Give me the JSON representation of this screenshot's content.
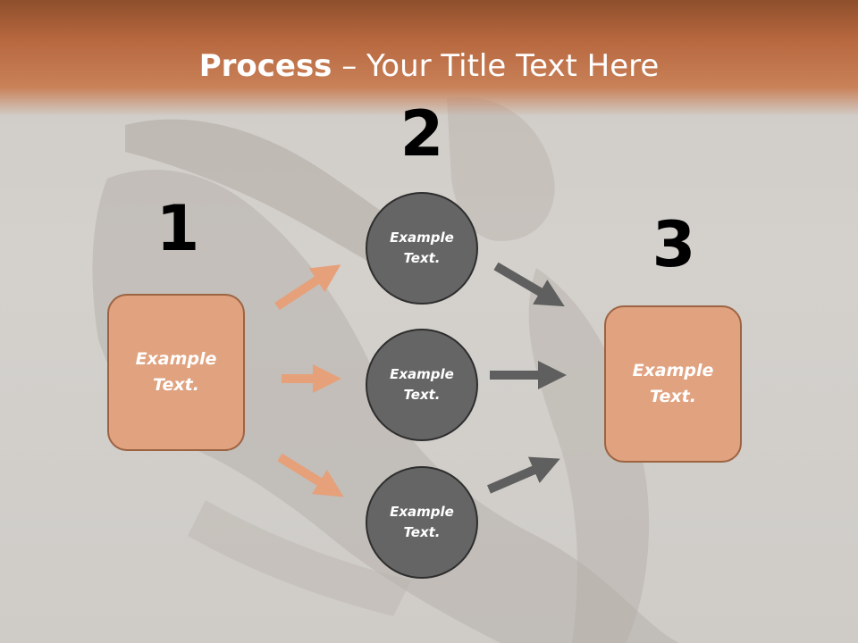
{
  "title": {
    "bold": "Process",
    "rest": " – Your Title Text Here"
  },
  "steps": [
    {
      "number": "1",
      "label_line1": "Example",
      "label_line2": "Text."
    },
    {
      "number": "2"
    },
    {
      "number": "3",
      "label_line1": "Example",
      "label_line2": "Text."
    }
  ],
  "circles": [
    {
      "line1": "Example",
      "line2": "Text."
    },
    {
      "line1": "Example",
      "line2": "Text."
    },
    {
      "line1": "Example",
      "line2": "Text."
    }
  ],
  "colors": {
    "header": "#b8683f",
    "box_fill": "#e0a27f",
    "box_border": "#9c6443",
    "circle_fill": "#656565",
    "arrow_orange": "#e6a07a",
    "arrow_gray": "#5f5f5f"
  }
}
